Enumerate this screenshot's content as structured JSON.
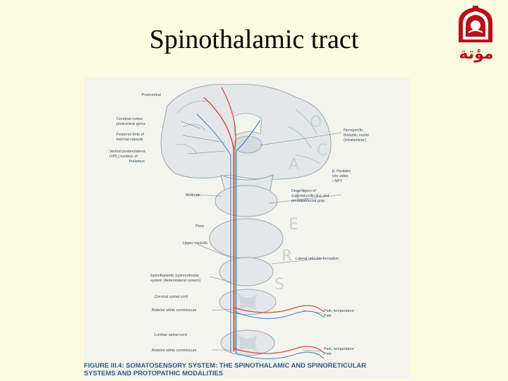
{
  "title": "Spinothalamic tract",
  "logo": {
    "text": "مؤتة"
  },
  "figure": {
    "labels": {
      "postcentral": "Postcentral",
      "cortex_1": "Cerebral cortex:",
      "cortex_2": "postcentral gyrus",
      "capsule_1": "Posterior limb of",
      "capsule_2": "internal capsule",
      "vpl_1": "Ventral posterolateral",
      "vpl_2": "(VPL) nucleus of",
      "vpl_3": "thalamus",
      "intralam_1": "Nonspecific",
      "intralam_2": "thalamic nuclei",
      "intralam_3": "(intralaminar)",
      "pref_1": "β: Pertides",
      "pref_2": "lolo sides",
      "pref_3": "• NPY",
      "midbrain": "Midbrain",
      "colliculus_1": "Deep layers of",
      "colliculus_2": "superior colliculus and",
      "colliculus_3": "periaqueductal gray",
      "pons": "Pons",
      "medulla": "Upper medulla",
      "reticular": "Lateral reticular formation",
      "stt_1": "Spinothalamic (spinoreticular",
      "stt_2": "system (Anterolateral system)",
      "cervical": "Cervical spinal cord",
      "cervical_horn": "Anterior white commissure",
      "cervical_pain_1": "Pain, temperature",
      "cervical_pain_2": "Pain",
      "lumbar": "Lumbar spinal cord",
      "lumbar_horn": "Anterior white commissure",
      "lumbar_pain_1": "Pain, temperature",
      "lumbar_pain_2": "Pain"
    },
    "caption_line1": "FIGURE III.4: SOMATOSENSORY SYSTEM: THE SPINOTHALAMIC AND SPINORETICULAR",
    "caption_line2": "SYSTEMS AND PROTOPATHIC MODALITIES",
    "colors": {
      "red_tract": "#d04a4a",
      "blue_tract": "#4a86c8",
      "tissue": "#e3e7e9"
    }
  }
}
